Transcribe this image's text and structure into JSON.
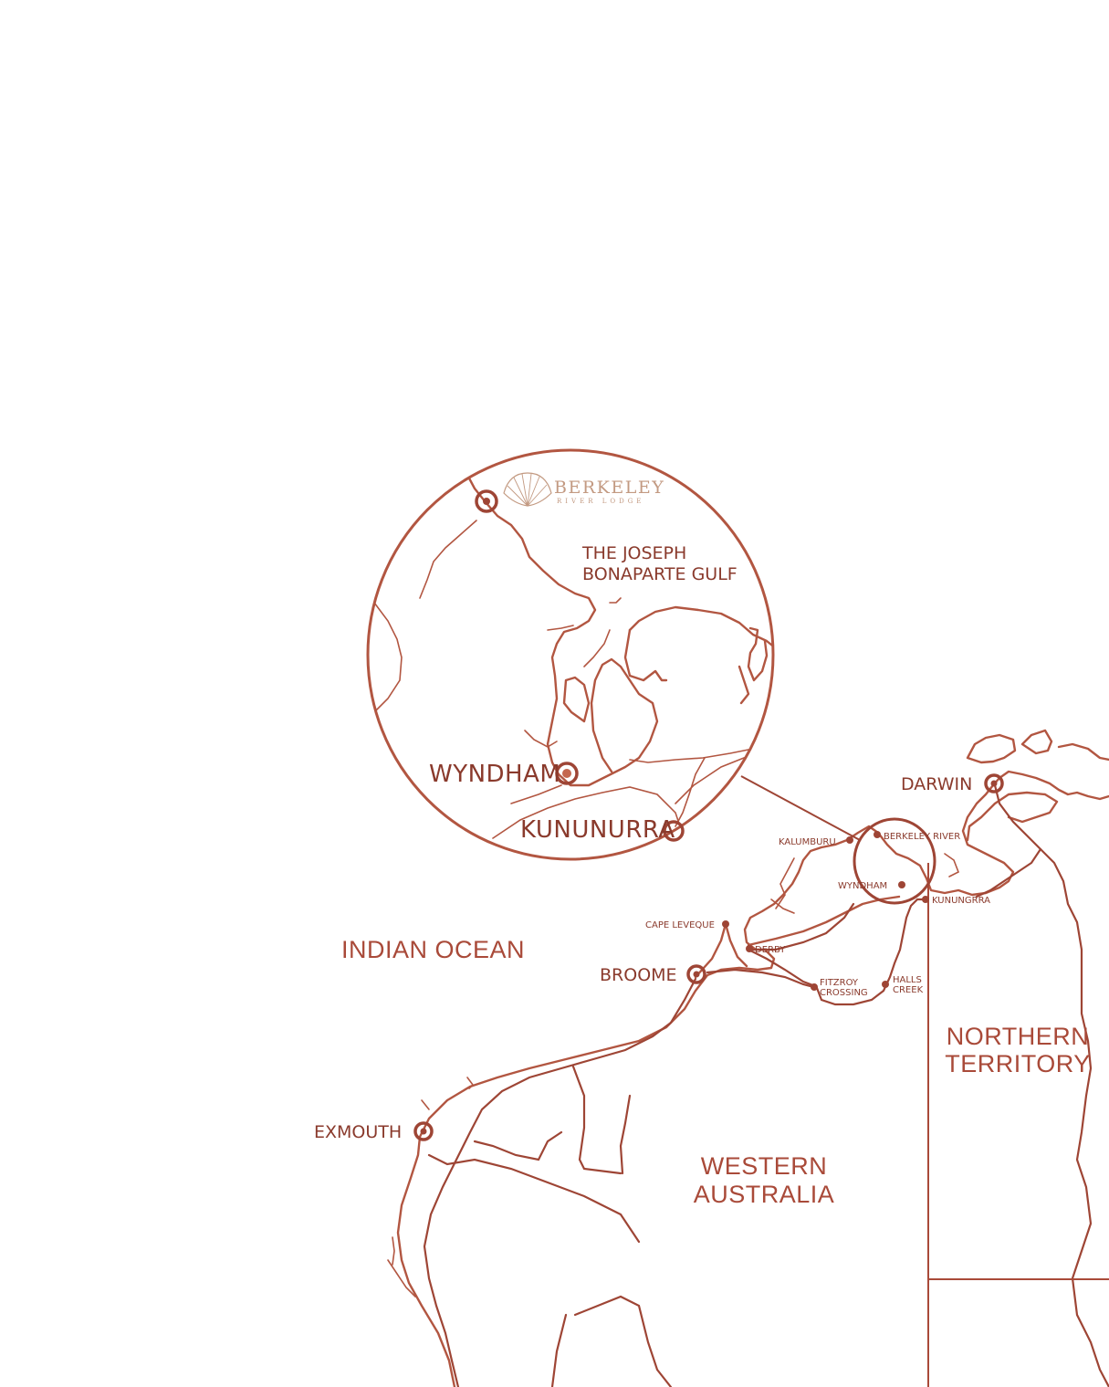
{
  "map": {
    "colors": {
      "ink": "#8a3a2c",
      "line": "#b25641",
      "logo": "#c39a82"
    },
    "logo": {
      "name": "BERKELEY",
      "subtitle": "RIVER LODGE",
      "icon": "shell-fan-icon"
    },
    "inset": {
      "gulf_line1": "THE JOSEPH",
      "gulf_line2": "BONAPARTE GULF",
      "wyndham": "WYNDHAM",
      "kununurra": "KUNUNURRA"
    },
    "regions": {
      "ocean": "INDIAN OCEAN",
      "wa_line1": "WESTERN",
      "wa_line2": "AUSTRALIA",
      "nt_line1": "NORTHERN",
      "nt_line2": "TERRITORY"
    },
    "places": {
      "darwin": "DARWIN",
      "kalumburu": "KALUMBURU",
      "berkeley_river": "BERKELEY RIVER",
      "wyndham": "WYNDHAM",
      "kununurra": "KUNUNGRRA",
      "cape_leveque": "CAPE LEVEQUE",
      "derby": "DERBY",
      "broome": "BROOME",
      "fitzroy_line1": "FITZROY",
      "fitzroy_line2": "CROSSING",
      "halls_line1": "HALLS",
      "halls_line2": "CREEK",
      "exmouth": "EXMOUTH"
    }
  }
}
